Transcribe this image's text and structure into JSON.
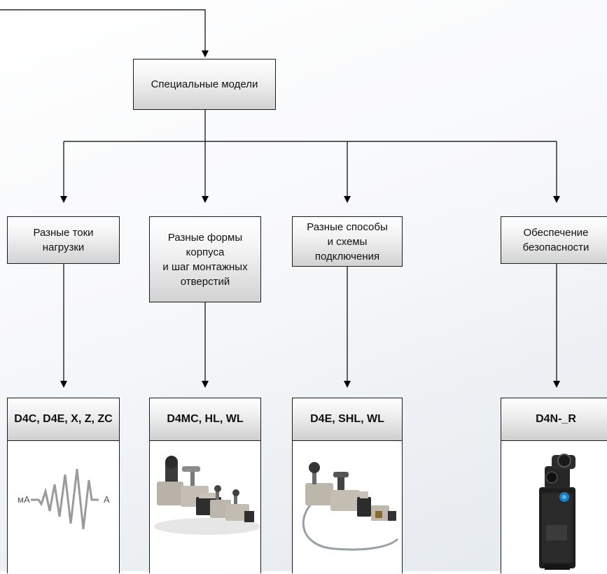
{
  "title_node": {
    "label": "Специальные модели"
  },
  "categories": [
    {
      "label": "Разные токи\nнагрузки"
    },
    {
      "label": "Разные формы\nкорпуса\nи шаг монтажных\nотверстий"
    },
    {
      "label": "Разные способы\nи схемы\nподключения"
    },
    {
      "label": "Обеспечение\nбезопасности"
    }
  ],
  "products": [
    {
      "name": "D4C, D4E, X, Z, ZC",
      "image": "current-waveform-icon",
      "left_unit": "мА",
      "right_unit": "А"
    },
    {
      "name": "D4MC, HL, WL",
      "image": "limit-switch-group-photo"
    },
    {
      "name": "D4E, SHL, WL",
      "image": "limit-switch-cable-photo"
    },
    {
      "name": "D4N-_R",
      "image": "safety-switch-photo"
    }
  ],
  "colors": {
    "line": "#000000",
    "box_border": "#1a1a1a",
    "waveform": "#9a9a9a",
    "switch_body": "#bdb7ad",
    "actuator_blue": "#1d7fc1"
  }
}
